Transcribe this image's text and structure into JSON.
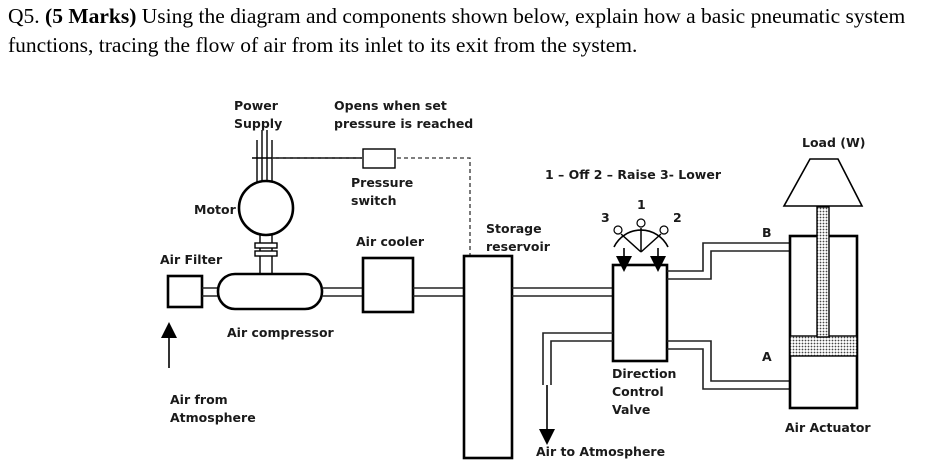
{
  "question": {
    "number": "Q5.",
    "marks": "(5 Marks)",
    "text": "Using the diagram and components shown below, explain how a basic pneumatic system functions, tracing the flow of air from its inlet to its exit from the system."
  },
  "diagram": {
    "labels": {
      "power_supply_1": "Power",
      "power_supply_2": "Supply",
      "opens_1": "Opens when set",
      "opens_2": "pressure is reached",
      "pressure_switch_1": "Pressure",
      "pressure_switch_2": "switch",
      "motor": "Motor",
      "air_filter": "Air Filter",
      "air_cooler": "Air cooler",
      "storage_1": "Storage",
      "storage_2": "reservoir",
      "air_compressor": "Air compressor",
      "air_from_1": "Air from",
      "air_from_2": "Atmosphere",
      "valve_positions": "1 – Off   2 – Raise   3- Lower",
      "pos_1": "1",
      "pos_2": "2",
      "pos_3": "3",
      "load": "Load (W)",
      "port_b": "B",
      "port_a": "A",
      "dcv_1": "Direction",
      "dcv_2": "Control",
      "dcv_3": "Valve",
      "air_actuator": "Air Actuator",
      "air_to_atm": "Air to Atmosphere"
    }
  }
}
